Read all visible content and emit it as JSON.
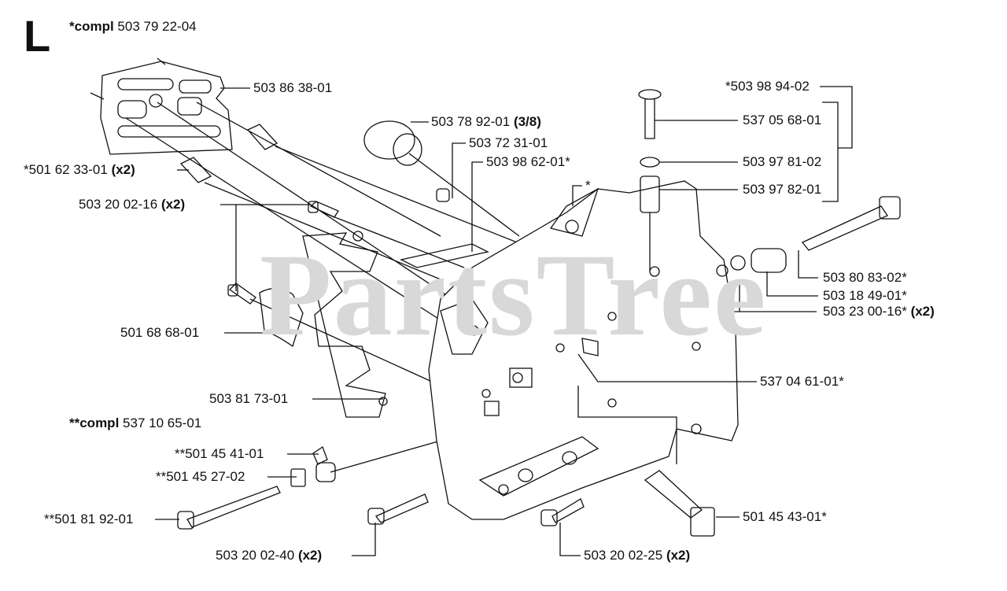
{
  "section": "L",
  "watermark": "PartsTree",
  "assembly_main": {
    "prefix": "*compl",
    "number": "503 79 22-04"
  },
  "assembly_sub": {
    "prefix": "**compl",
    "number": "537 10 65-01"
  },
  "parts": [
    {
      "id": "p1",
      "number": "503 86 38-01",
      "qty": ""
    },
    {
      "id": "p2",
      "number": "*501 62 33-01",
      "qty": "(x2)"
    },
    {
      "id": "p3",
      "number": "503 20 02-16",
      "qty": "(x2)"
    },
    {
      "id": "p4",
      "number": "501 68 68-01",
      "qty": ""
    },
    {
      "id": "p5",
      "number": "503 81 73-01",
      "qty": ""
    },
    {
      "id": "p6",
      "number": "**501 45 41-01",
      "qty": ""
    },
    {
      "id": "p7",
      "number": "**501 45 27-02",
      "qty": ""
    },
    {
      "id": "p8",
      "number": "**501 81 92-01",
      "qty": ""
    },
    {
      "id": "p9",
      "number": "503 20 02-40",
      "qty": "(x2)"
    },
    {
      "id": "p10",
      "number": "503 20 02-25",
      "qty": "(x2)"
    },
    {
      "id": "p11",
      "number": "501 45 43-01*",
      "qty": ""
    },
    {
      "id": "p12",
      "number": "537 04 61-01*",
      "qty": ""
    },
    {
      "id": "p13",
      "number": "503 23 00-16*",
      "qty": "(x2)"
    },
    {
      "id": "p14",
      "number": "503 18 49-01*",
      "qty": ""
    },
    {
      "id": "p15",
      "number": "503 80 83-02*",
      "qty": ""
    },
    {
      "id": "p16",
      "number": "503 97 82-01",
      "qty": ""
    },
    {
      "id": "p17",
      "number": "503 97 81-02",
      "qty": ""
    },
    {
      "id": "p18",
      "number": "537 05 68-01",
      "qty": ""
    },
    {
      "id": "p19",
      "number": "*503 98 94-02",
      "qty": ""
    },
    {
      "id": "p20",
      "number": "503 78 92-01",
      "qty": "(3/8)"
    },
    {
      "id": "p21",
      "number": "503 72 31-01",
      "qty": ""
    },
    {
      "id": "p22",
      "number": "503 98 62-01*",
      "qty": ""
    },
    {
      "id": "p23",
      "number": "*",
      "qty": ""
    }
  ]
}
